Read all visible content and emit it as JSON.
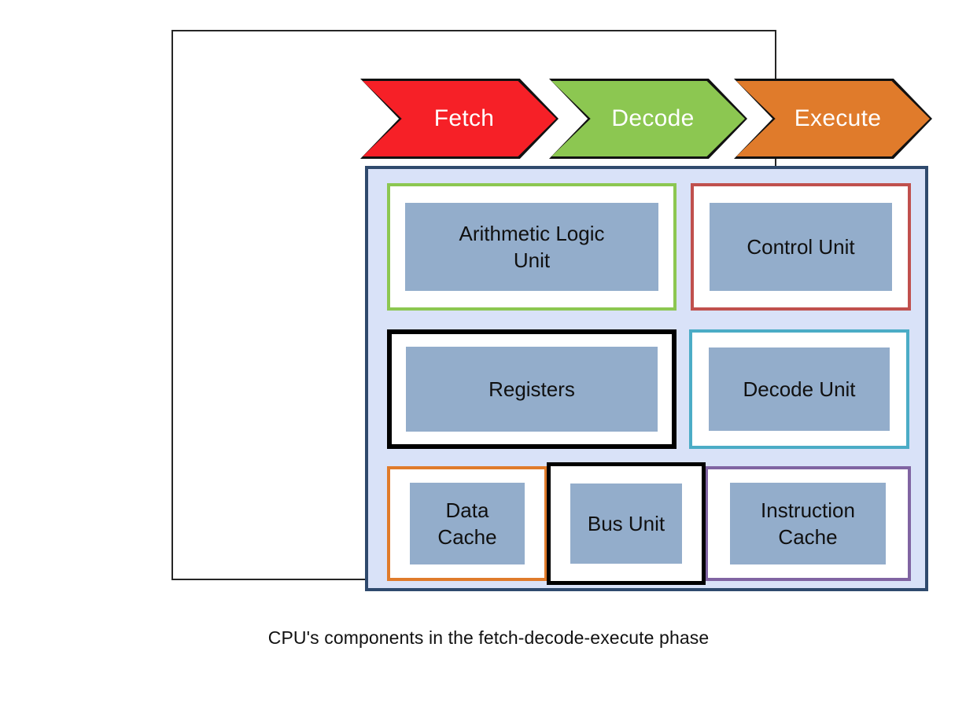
{
  "diagram": {
    "caption": "CPU's components in the fetch-decode-execute phase",
    "pipeline": {
      "stages": [
        {
          "label": "Fetch",
          "fill": "#f62027",
          "stroke": "#111111",
          "text_color": "#ffffff"
        },
        {
          "label": "Decode",
          "fill": "#8cc751",
          "stroke": "#111111",
          "text_color": "#ffffff"
        },
        {
          "label": "Execute",
          "fill": "#e07b2b",
          "stroke": "#111111",
          "text_color": "#ffffff"
        }
      ]
    },
    "cpu": {
      "container_fill": "#d9e2f8",
      "container_border": "#2f4a6d",
      "inner_box_fill": "#93adcb",
      "rows": [
        {
          "components": [
            {
              "name": "arithmetic-logic-unit",
              "line1": "Arithmetic Logic",
              "line2": "Unit",
              "border_color": "#8cc751"
            },
            {
              "name": "control-unit",
              "line1": "Control Unit",
              "line2": "",
              "border_color": "#c0504d"
            }
          ]
        },
        {
          "components": [
            {
              "name": "registers",
              "line1": "Registers",
              "line2": "",
              "border_color": "#000000"
            },
            {
              "name": "decode-unit",
              "line1": "Decode Unit",
              "line2": "",
              "border_color": "#4bacc6"
            }
          ]
        },
        {
          "components": [
            {
              "name": "data-cache",
              "line1": "Data",
              "line2": "Cache",
              "border_color": "#e07b2b"
            },
            {
              "name": "bus-unit",
              "line1": "Bus Unit",
              "line2": "",
              "border_color": "#000000"
            },
            {
              "name": "instruction-cache",
              "line1": "Instruction",
              "line2": "Cache",
              "border_color": "#8064a2"
            }
          ]
        }
      ]
    },
    "frame_border": "#262626"
  }
}
